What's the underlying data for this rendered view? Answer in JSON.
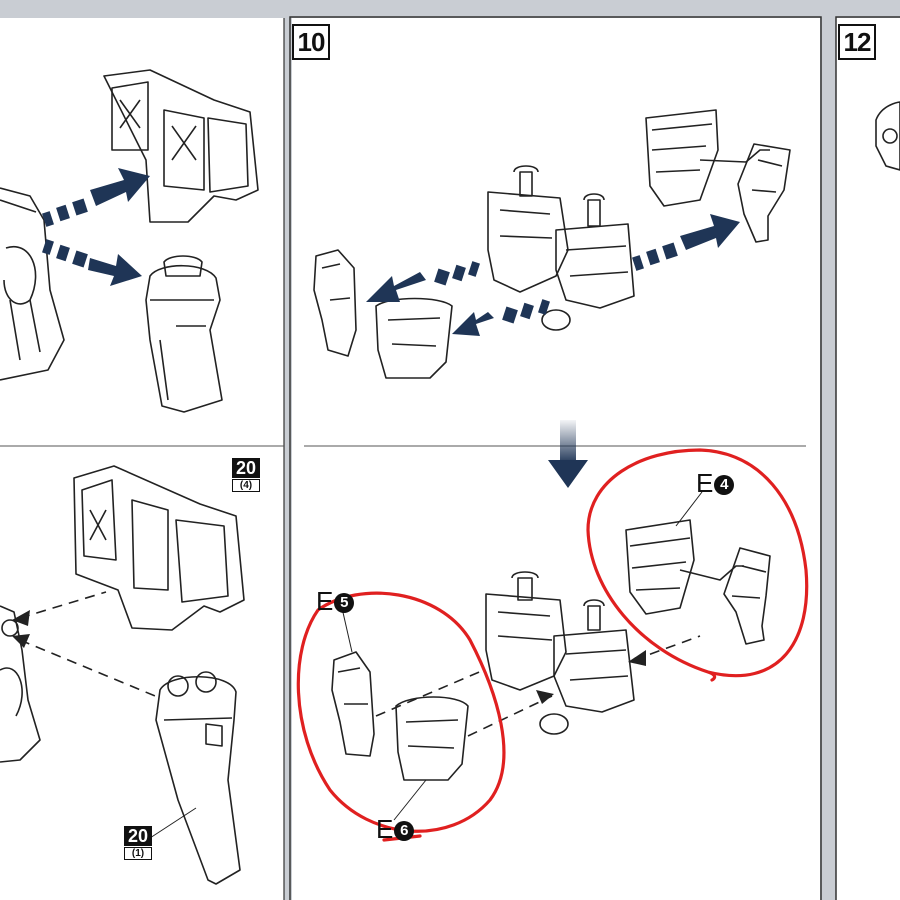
{
  "steps": {
    "step10": "10",
    "step12": "12"
  },
  "part_refs": {
    "upper": {
      "number": "20",
      "qty": "(4)"
    },
    "lower": {
      "number": "20",
      "qty": "(1)"
    }
  },
  "labels": {
    "e4": {
      "letter": "E",
      "num": "4"
    },
    "e5": {
      "letter": "E",
      "num": "5"
    },
    "e6": {
      "letter": "E",
      "num": "6"
    }
  },
  "colors": {
    "arrow": "#1f3556",
    "highlight": "#e02020",
    "line": "#222222",
    "panel": "#ffffff",
    "border": "#c9cdd3"
  }
}
